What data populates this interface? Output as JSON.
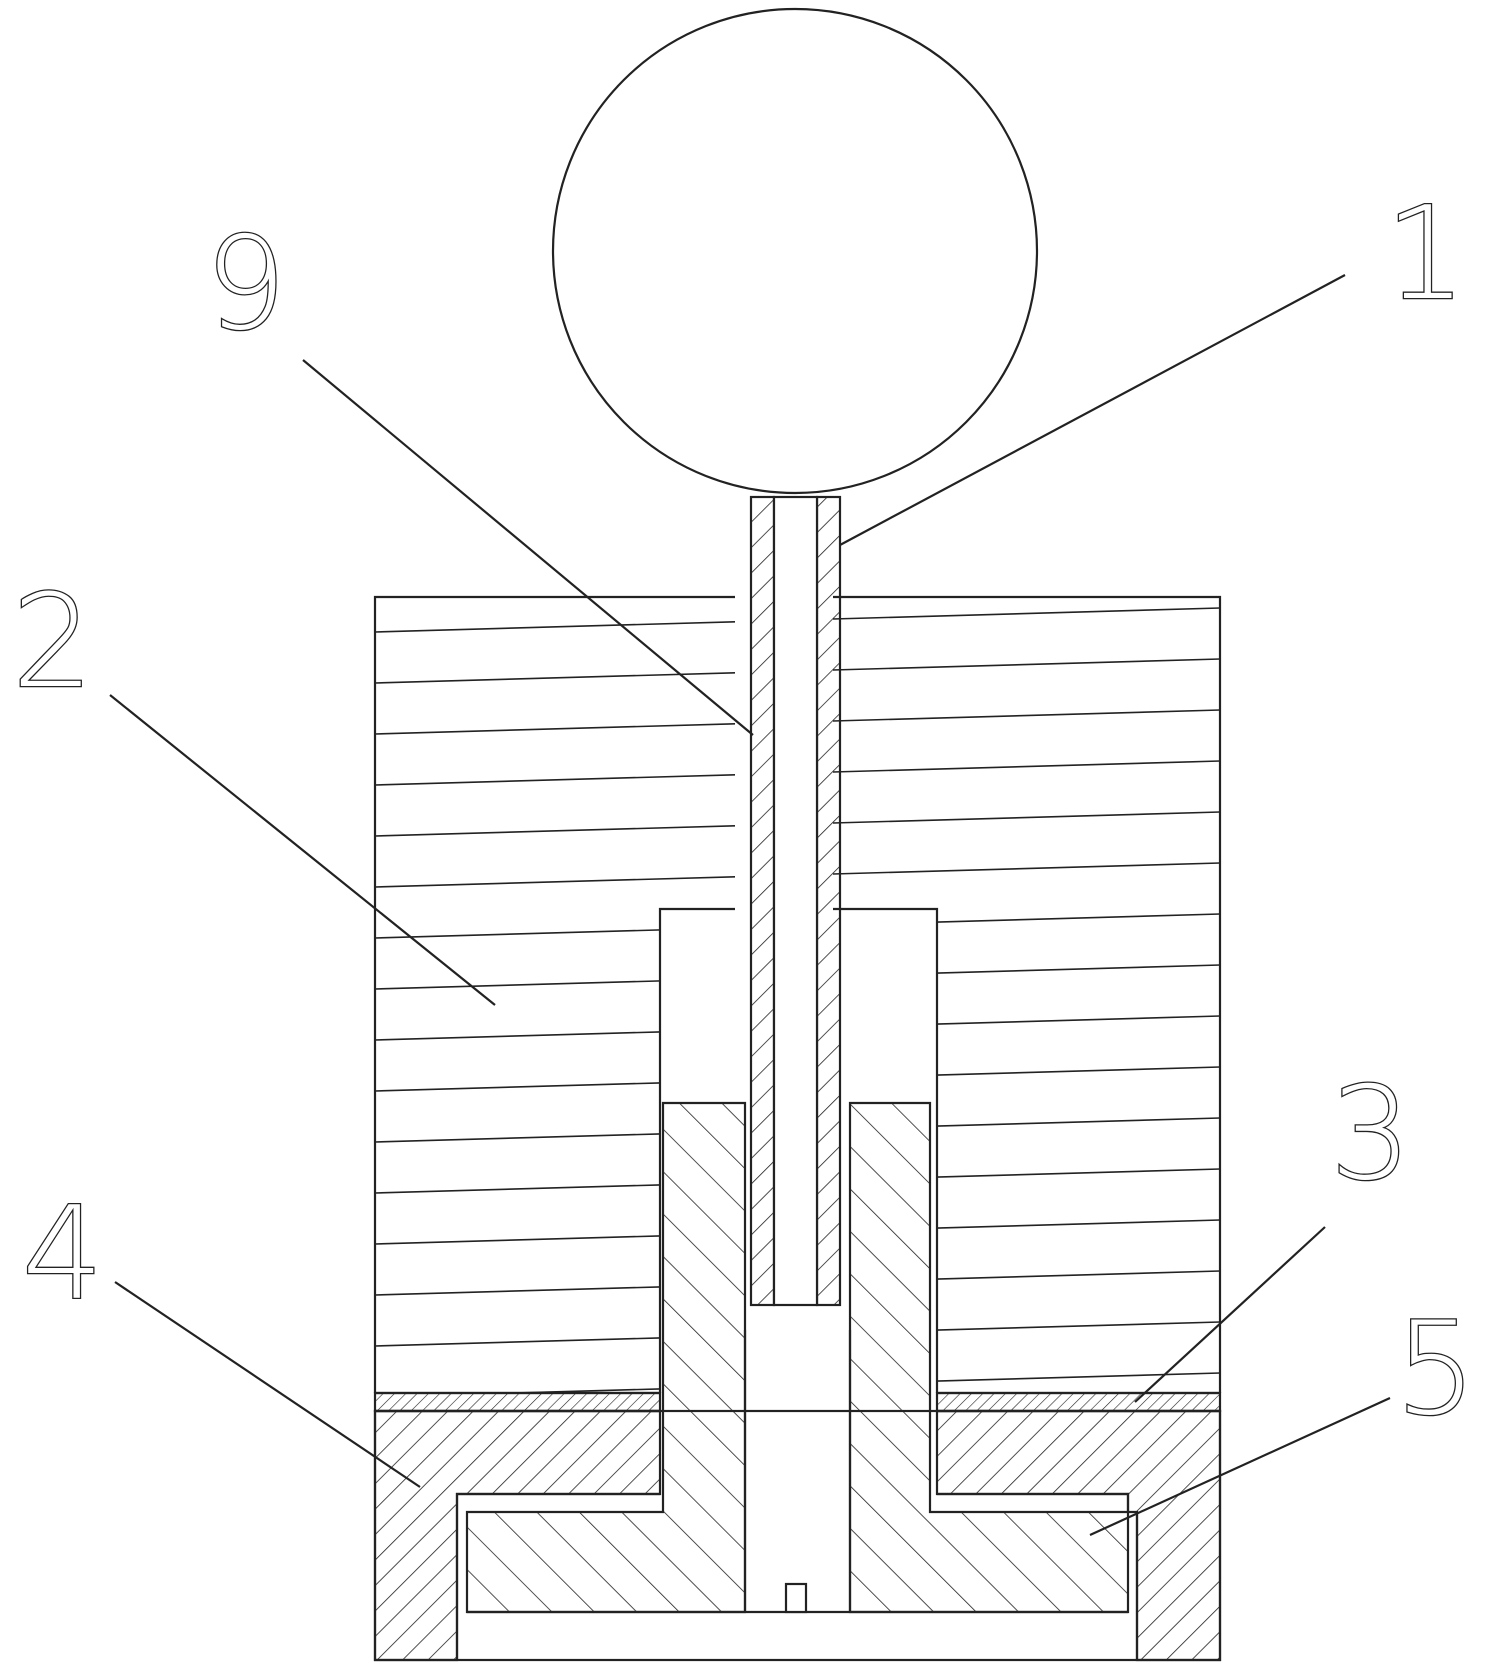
{
  "diagram": {
    "labels": {
      "part_1": "1",
      "part_2": "2",
      "part_3": "3",
      "part_4": "4",
      "part_5": "5",
      "part_9": "9"
    },
    "colors": {
      "line": "#222222",
      "background": "#ffffff"
    }
  }
}
